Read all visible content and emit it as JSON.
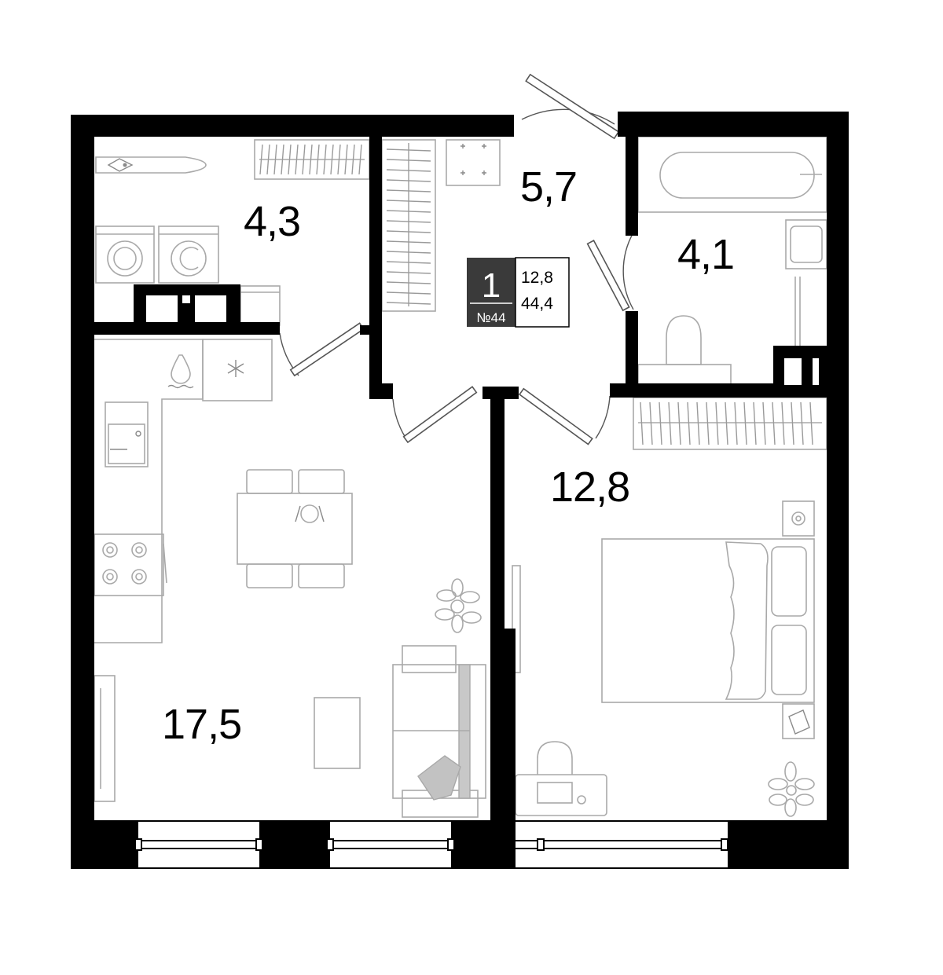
{
  "rooms": {
    "laundry_area": "4,3",
    "hall_area": "5,7",
    "bathroom_area": "4,1",
    "bedroom_area": "12,8",
    "living_kitchen_area": "17,5"
  },
  "badge": {
    "rooms_count": "1",
    "apartment_number": "№44",
    "living_area": "12,8",
    "total_area": "44,4"
  },
  "colors": {
    "wall": "#000000",
    "furniture": "#a9a9a9",
    "badge_bg": "#3a3a3a"
  }
}
